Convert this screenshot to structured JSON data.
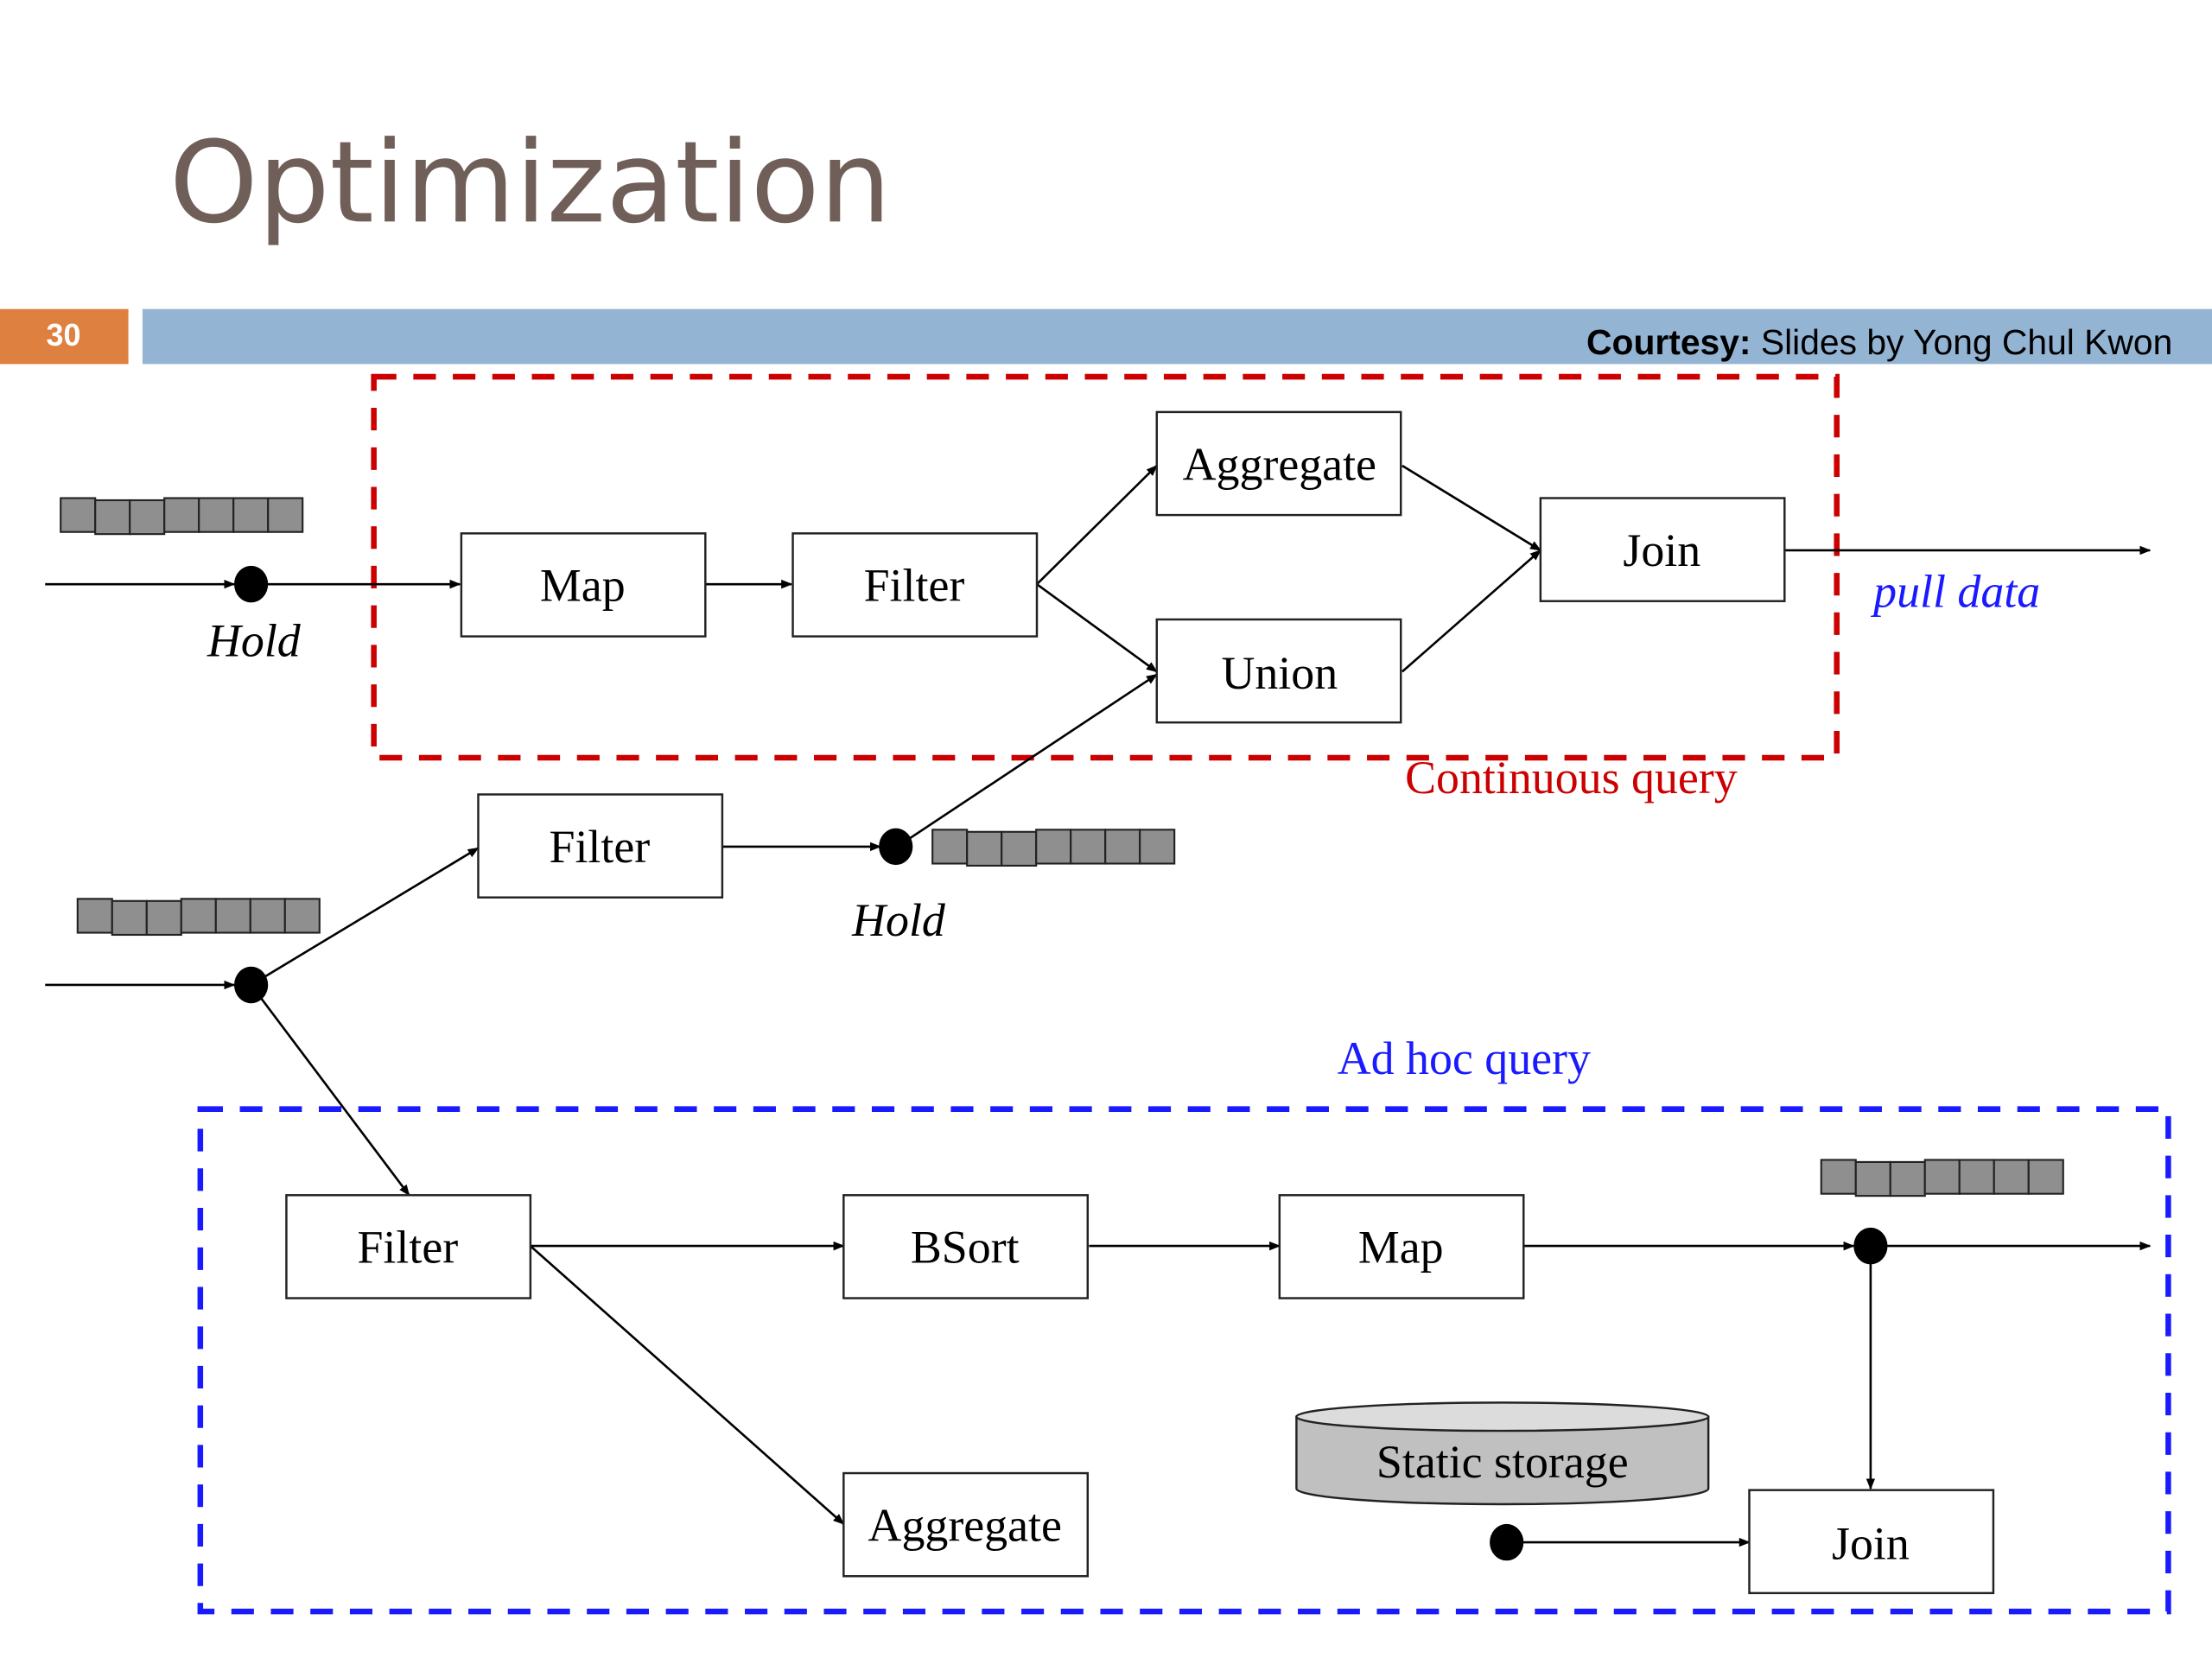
{
  "slide": {
    "title": "Optimization",
    "number": "30",
    "courtesy_bold": "Courtesy:",
    "courtesy_text": " Slides by Yong Chul Kwon",
    "colors": {
      "title": "#6f5f58",
      "number_badge": "#dd8040",
      "header_bar": "#94b4d4",
      "continuous_border": "#cc0000",
      "adhoc_border": "#1a1aff"
    }
  },
  "diagram": {
    "continuous_query": {
      "label": "Continuous query",
      "operators": [
        "Map",
        "Filter",
        "Aggregate",
        "Union",
        "Join"
      ],
      "output_label": "pull data"
    },
    "shared": {
      "operators": [
        "Filter"
      ],
      "hold_labels": [
        "Hold",
        "Hold"
      ]
    },
    "adhoc_query": {
      "label": "Ad hoc query",
      "operators": [
        "Filter",
        "BSort",
        "Map",
        "Aggregate",
        "Join"
      ],
      "storage_label": "Static storage"
    },
    "queue_cells_per_buffer": 7
  }
}
